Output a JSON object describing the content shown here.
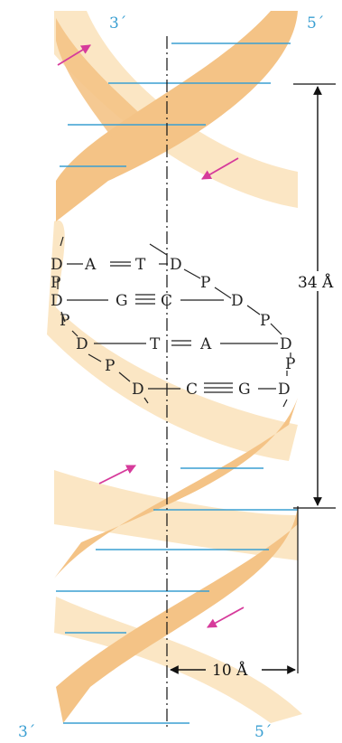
{
  "strand_ends": {
    "top_left": "3´",
    "top_right": "5´",
    "bottom_left": "3´",
    "bottom_right": "5´"
  },
  "base_pairs": [
    {
      "left_sugar": "D",
      "left_base": "A",
      "bond": "═",
      "right_base": "T",
      "right_sugar": "D"
    },
    {
      "left_sugar": "D",
      "left_base": "G",
      "bond": "≡",
      "right_base": "C",
      "right_sugar": "D"
    },
    {
      "left_sugar": "D",
      "left_base": "T",
      "bond": "═",
      "right_base": "A",
      "right_sugar": "D"
    },
    {
      "left_sugar": "D",
      "left_base": "C",
      "bond": "≡",
      "right_base": "G",
      "right_sugar": "D"
    }
  ],
  "phosphate_label": "P",
  "dimensions": {
    "pitch": "34 Å",
    "width": "10 Å"
  },
  "colors": {
    "strand_front": "#f4c386",
    "strand_back": "#fbe6c4",
    "rung": "#3a9fd2",
    "arrow": "#d63b9b",
    "end_label": "#3a9fd2"
  }
}
